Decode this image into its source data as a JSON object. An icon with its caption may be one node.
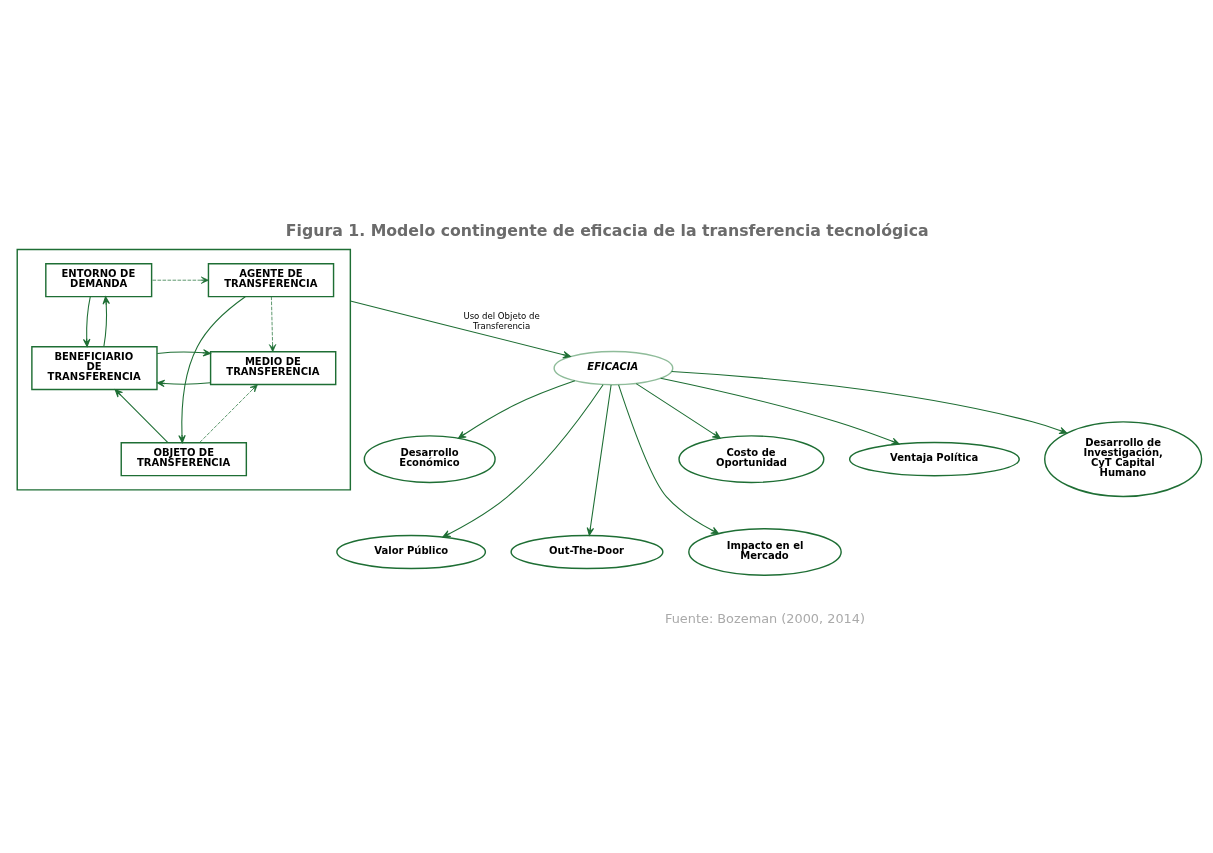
{
  "diagram": {
    "title": "Figura 1. Modelo contingente de eficacia de la transferencia tecnológica",
    "nodes": [
      {
        "text": [],
        "shape": "box"
      },
      {
        "text": [
          "AGENTE DE TRANSFERENCIA"
        ],
        "in": 0
      },
      {
        "text": [
          "ENTORNO DE DEMANDA"
        ],
        "in": 0
      },
      {
        "text": [
          "MEDIO DE TRANSFERENCIA"
        ],
        "in": 0
      },
      {
        "text": [
          "BENEFICIARIO DE TRANSFERENCIA"
        ],
        "in": 0
      },
      {
        "text": [
          "OBJETO DE TRANSFERENCIA"
        ],
        "in": 0
      },
      {
        "text": [
          "EFICACIA"
        ]
      },
      {
        "text": [
          "Costo de Oportunidad"
        ]
      },
      {
        "text": [
          "Ventaja Política"
        ]
      },
      {
        "text": [
          "Desarrollo de Investigación, CyT Capital Humano"
        ]
      },
      {
        "text": [
          "Desarrollo Económico"
        ]
      },
      {
        "text": [
          "Valor Público"
        ]
      },
      {
        "text": [
          "Out-The-Door"
        ]
      },
      {
        "text": [
          "Impacto en el Mercado"
        ]
      }
    ],
    "edges": [
      {
        "from": 2,
        "to": 1,
        "arrow": "to",
        "style": "dashed"
      },
      {
        "from": 1,
        "to": 3,
        "arrow": "to",
        "style": "dashed"
      },
      {
        "from": 4,
        "to": 2,
        "arrow": "to"
      },
      {
        "from": 2,
        "to": 4,
        "arrow": "to"
      },
      {
        "from": 3,
        "to": 4,
        "arrow": "to"
      },
      {
        "from": 4,
        "to": 3,
        "arrow": "to"
      },
      {
        "from": 5,
        "to": 3,
        "arrow": "to",
        "style": "dashed"
      },
      {
        "from": 1,
        "to": 5,
        "arrow": "to"
      },
      {
        "from": 5,
        "to": 4,
        "arrow": "to"
      },
      {
        "from": 0,
        "to": 6,
        "arrow": "to",
        "label": "Uso del Objeto de Transferencia"
      },
      {
        "from": 6,
        "to": 7,
        "arrow": "to"
      },
      {
        "from": 6,
        "to": 8,
        "arrow": "to"
      },
      {
        "from": 6,
        "to": 9,
        "arrow": "to"
      },
      {
        "from": 6,
        "to": 10,
        "arrow": "to"
      },
      {
        "from": 6,
        "to": 11,
        "arrow": "to"
      },
      {
        "from": 6,
        "to": 12,
        "arrow": "to"
      },
      {
        "from": 6,
        "to": 13,
        "arrow": "to"
      }
    ],
    "labels": [
      "Fuente: Bozeman (2000, 2014)"
    ]
  }
}
